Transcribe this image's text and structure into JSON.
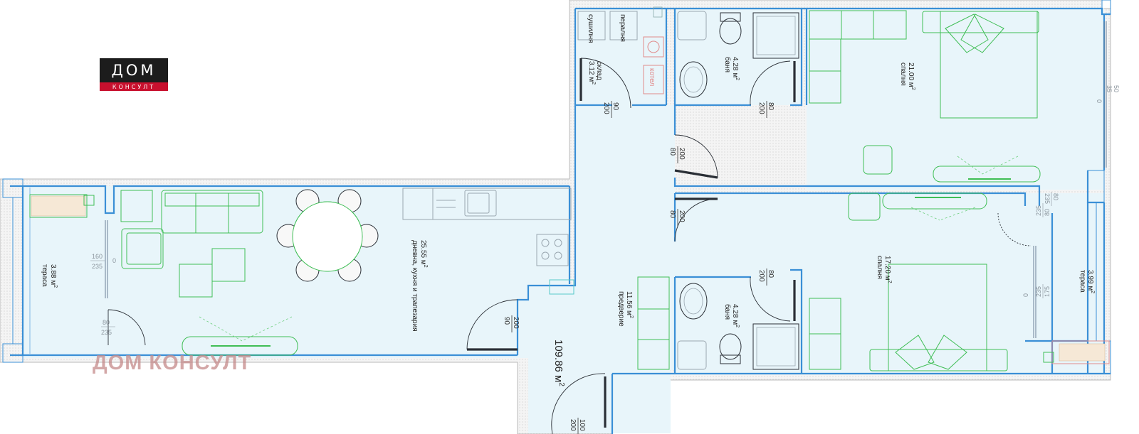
{
  "logo": {
    "top": "ДОМ",
    "bottom": "КОНСУЛТ",
    "colors": {
      "dark": "#1c1c1c",
      "red": "#c8102e"
    }
  },
  "watermark": "ДОМ КОНСУЛТ",
  "total_area": {
    "value": "109.86 м",
    "sup": "2"
  },
  "rooms": {
    "terrace_left": {
      "name": "тераса",
      "area": "3.88 м",
      "sup": "2"
    },
    "living": {
      "name": "дневна, кухня и трапезария",
      "area": "25.55 м",
      "sup": "2"
    },
    "storage": {
      "name": "склад",
      "area": "3.12 м",
      "sup": "2"
    },
    "dryer": {
      "name": "сушилня"
    },
    "washer": {
      "name": "пералня"
    },
    "boiler": {
      "name": "котел"
    },
    "bath_top": {
      "name": "баня",
      "area": "4.28 м",
      "sup": "2"
    },
    "bedroom_top": {
      "name": "спалня",
      "area": "21.00 м",
      "sup": "2"
    },
    "hall": {
      "name": "предверие",
      "area": "11.56 м",
      "sup": "2"
    },
    "bath_bottom": {
      "name": "баня",
      "area": "4.28 м",
      "sup": "2"
    },
    "bedroom_bottom": {
      "name": "спалня",
      "area": "17.20 м",
      "sup": "2"
    },
    "terrace_right": {
      "name": "тераса",
      "area": "3.99 м",
      "sup": "2"
    }
  },
  "dims": {
    "storage_door": {
      "w": "90",
      "h": "200"
    },
    "bath_top_door": {
      "w": "80",
      "h": "200"
    },
    "bedroom_top_door": {
      "w": "80",
      "h": "200"
    },
    "bedroom_bottom_door": {
      "w": "80",
      "h": "200"
    },
    "bath_bottom_door": {
      "w": "80",
      "h": "200"
    },
    "living_door": {
      "w": "90",
      "h": "200"
    },
    "entrance_door": {
      "w": "100",
      "h": "200"
    },
    "terrace_left_window": {
      "w": "160",
      "h": "235",
      "sill": "0"
    },
    "terrace_left_door": {
      "w": "80",
      "h": "235"
    },
    "terrace_right_door_top": {
      "w": "80",
      "h": "235"
    },
    "terrace_right_door_mid": {
      "w": "80",
      "h": "235"
    },
    "terrace_right_window": {
      "w": "175",
      "h": "235",
      "sill": "0"
    },
    "bedroom_top_window": {
      "w": "35",
      "h": "50",
      "sill": "0"
    }
  }
}
